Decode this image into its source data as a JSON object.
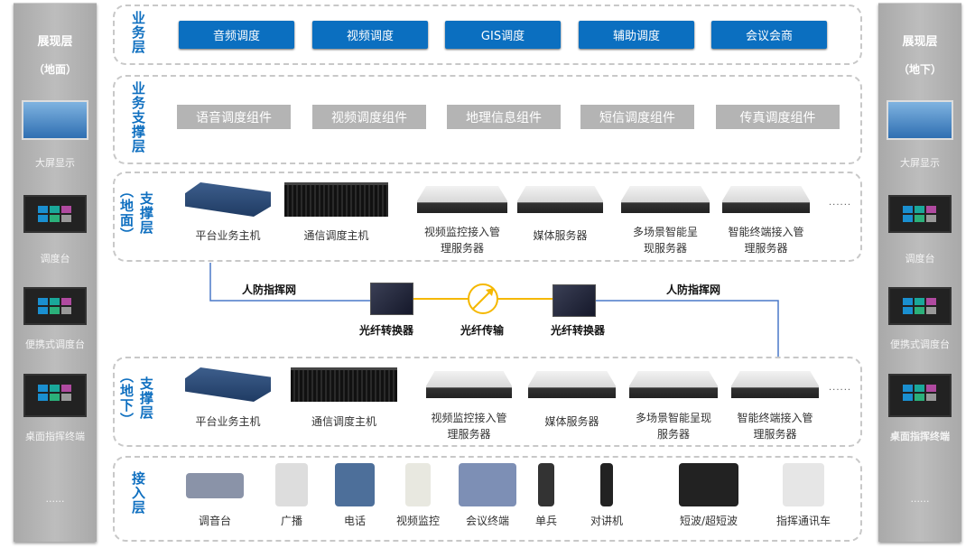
{
  "left_panel": {
    "title": "展现层",
    "subtitle": "（地面）",
    "items": [
      {
        "label": "大屏显示",
        "icon": "video-wall-icon"
      },
      {
        "label": "调度台",
        "icon": "dispatch-console-icon"
      },
      {
        "label": "便携式调度台",
        "icon": "portable-console-icon"
      },
      {
        "label": "桌面指挥终端",
        "icon": "desktop-terminal-icon"
      }
    ],
    "more": "......"
  },
  "right_panel": {
    "title": "展现层",
    "subtitle": "（地下）",
    "items": [
      {
        "label": "大屏显示",
        "icon": "video-wall-icon"
      },
      {
        "label": "调度台",
        "icon": "dispatch-console-icon"
      },
      {
        "label": "便携式调度台",
        "icon": "portable-console-icon"
      },
      {
        "label": "桌面指挥终端",
        "icon": "desktop-terminal-icon"
      }
    ],
    "more": "......"
  },
  "business_layer": {
    "label": "业务层",
    "items": [
      "音频调度",
      "视频调度",
      "GIS调度",
      "辅助调度",
      "会议会商"
    ],
    "color": "#0b6fc0"
  },
  "business_support_layer": {
    "label": "业务支撑层",
    "items": [
      "语音调度组件",
      "视频调度组件",
      "地理信息组件",
      "短信调度组件",
      "传真调度组件"
    ]
  },
  "ground_support_layer": {
    "label_a": "（地面）",
    "label_b": "支撑层",
    "devices": [
      "平台业务主机",
      "通信调度主机",
      "视频监控接入管\n理服务器",
      "媒体服务器",
      "多场景智能呈\n现服务器",
      "智能终端接入管\n理服务器"
    ],
    "more": "......"
  },
  "network": {
    "net_left": "人防指挥网",
    "net_right": "人防指挥网",
    "converter_left": "光纤转换器",
    "fiber": "光纤传输",
    "converter_right": "光纤转换器"
  },
  "underground_support_layer": {
    "label_a": "（地下）",
    "label_b": "支撑层",
    "devices": [
      "平台业务主机",
      "通信调度主机",
      "视频监控接入管\n理服务器",
      "媒体服务器",
      "多场景智能呈现\n服务器",
      "智能终端接入管\n理服务器"
    ],
    "more": "......"
  },
  "access_layer": {
    "label": "接入层",
    "items": [
      "调音台",
      "广播",
      "电话",
      "视频监控",
      "会议终端",
      "单兵",
      "对讲机",
      "短波/超短波",
      "指挥通讯车"
    ]
  }
}
